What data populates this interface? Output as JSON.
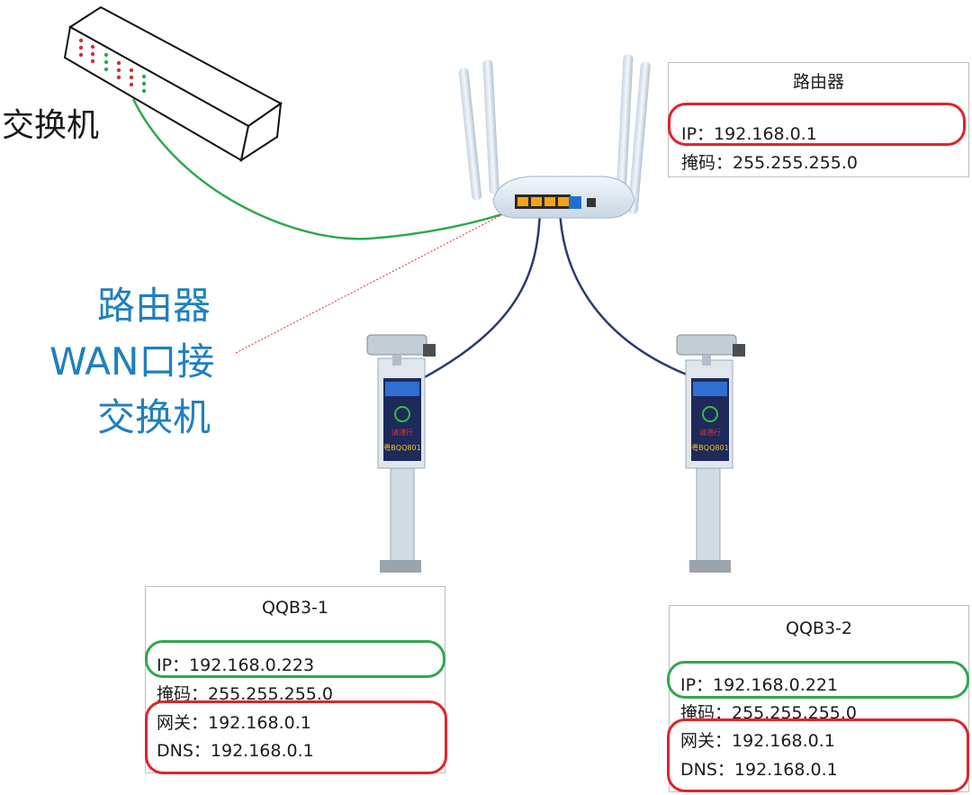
{
  "colors": {
    "green": "#2fa84f",
    "red": "#e0222b",
    "blue_text": "#1f7fbf",
    "dark_cable": "#2b3a6b"
  },
  "switch": {
    "label": "交换机"
  },
  "annotation": {
    "line1": "路由器",
    "line2": "WAN口接",
    "line3": "交换机"
  },
  "router_box": {
    "title": "路由器",
    "ip": "IP：192.168.0.1",
    "mask": "掩码：255.255.255.0"
  },
  "device1_box": {
    "title": "QQB3-1",
    "ip": "IP：192.168.0.223",
    "mask": "掩码：255.255.255.0",
    "gateway": "网关：192.168.0.1",
    "dns": "DNS：192.168.0.1"
  },
  "device2_box": {
    "title": "QQB3-2",
    "ip": "IP：192.168.0.221",
    "mask": "掩码：255.255.255.0",
    "gateway": "网关：192.168.0.1",
    "dns": "DNS：192.168.0.1"
  },
  "screen_text": {
    "line1": "请通行",
    "plate": "粤BQQ801"
  },
  "icons": [
    "network-switch-icon",
    "wifi-router-icon",
    "plate-recognition-camera-icon"
  ]
}
